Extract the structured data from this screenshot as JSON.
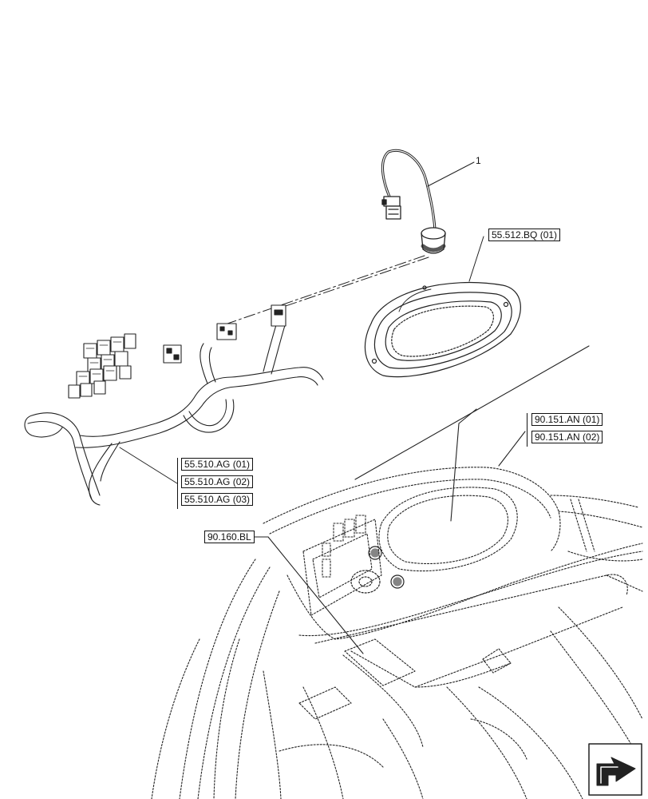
{
  "callouts": {
    "item_1": "1"
  },
  "references": {
    "bezel": "55.512.BQ (01)",
    "instrument_cluster": [
      "90.151.AN (01)",
      "90.151.AN (02)"
    ],
    "harness": [
      "55.510.AG (01)",
      "55.510.AG (02)",
      "55.510.AG (03)"
    ],
    "dashboard": "90.160.BL"
  },
  "icons": {
    "nav_corner": "view-direction-arrow-icon"
  }
}
